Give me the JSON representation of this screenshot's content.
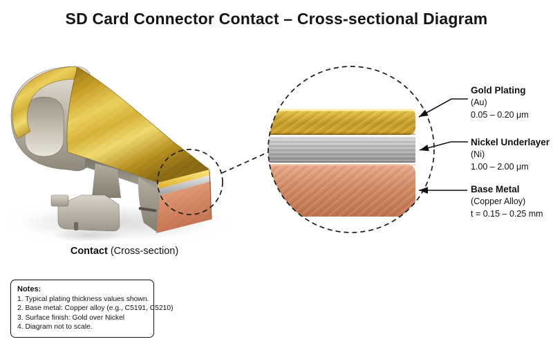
{
  "title": "SD Card Connector Contact – Cross-sectional Diagram",
  "caption": {
    "name": "Contact",
    "detail": " (Cross-section)"
  },
  "callouts": [
    {
      "label": "Gold Plating",
      "material": "(Au)",
      "value": "0.05 – 0.20 μm"
    },
    {
      "label": "Nickel Underlayer",
      "material": "(Ni)",
      "value": "1.00 – 2.00 μm"
    },
    {
      "label": "Base Metal",
      "material": "(Copper Alloy)",
      "value": "t = 0.15 – 0.25 mm"
    }
  ],
  "notes": {
    "heading": "Notes:",
    "items": [
      "1. Typical plating thickness values shown.",
      "2. Base metal: Copper alloy (e.g., C5191, C5210)",
      "3. Surface finish: Gold over Nickel",
      "4. Diagram not to scale."
    ]
  },
  "layers": [
    "Gold Plating",
    "Nickel Underlayer",
    "Base Metal"
  ],
  "colors": {
    "gold": "#C9A42F",
    "nickel": "#ABABAB",
    "copper": "#CE8666",
    "ink": "#111111"
  }
}
